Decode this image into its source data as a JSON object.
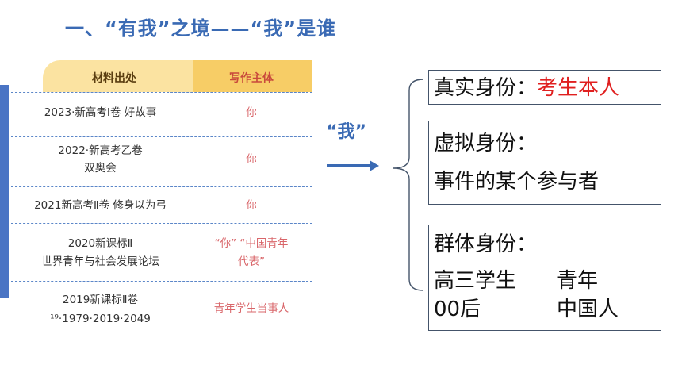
{
  "title": "一、“有我”之境——“我”是谁",
  "table": {
    "header": {
      "source": "材料出处",
      "subject": "写作主体"
    },
    "rows": [
      {
        "source": [
          "2023·新高考Ⅰ卷  好故事"
        ],
        "subject": [
          "你"
        ]
      },
      {
        "source": [
          "2022·新高考乙卷",
          "双奥会"
        ],
        "subject": [
          "你"
        ]
      },
      {
        "source": [
          "2021新高考Ⅱ卷    修身以为弓"
        ],
        "subject": [
          "你"
        ]
      },
      {
        "source": [
          "2020新课标Ⅱ",
          "世界青年与社会发展论坛"
        ],
        "subject": [
          "“你”  “中国青年",
          "代表”"
        ]
      },
      {
        "source": [
          "2019新课标Ⅱ卷",
          "¹⁹·1979·2019·2049"
        ],
        "subject": [
          "青年学生当事人"
        ]
      }
    ]
  },
  "wo_label": "“我”",
  "boxes": {
    "real": {
      "label": "真实身份：",
      "value": "考生本人"
    },
    "virtual": {
      "label": "虚拟身份：",
      "value": "事件的某个参与者"
    },
    "group": {
      "label": "群体身份：",
      "items": [
        "高三学生",
        "青年",
        "00后",
        "中国人"
      ]
    }
  },
  "colors": {
    "title": "#3a6ab4",
    "highlight": "#e02020",
    "table_header": "#f7cd66"
  }
}
